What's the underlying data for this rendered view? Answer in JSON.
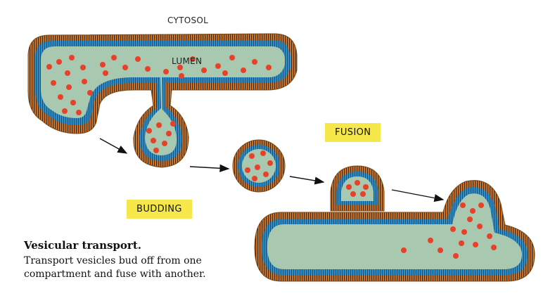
{
  "labels": {
    "cytosol": "CYTOSOL",
    "lumen": "LUMEN",
    "budding": "BUDDING",
    "fusion": "FUSION"
  },
  "caption": {
    "title": "Vesicular transport.",
    "line1": "Transport vesicles bud off from one",
    "line2": "compartment and fuse with another."
  },
  "colors": {
    "lumen": "#a9c8b0",
    "inner_leaflet": "#2f8fc4",
    "outer_leaflet": "#d57a2c",
    "lipid_heads": "#3a2a1a",
    "cargo": "#e8412a",
    "tag_background": "#f6e84a"
  }
}
